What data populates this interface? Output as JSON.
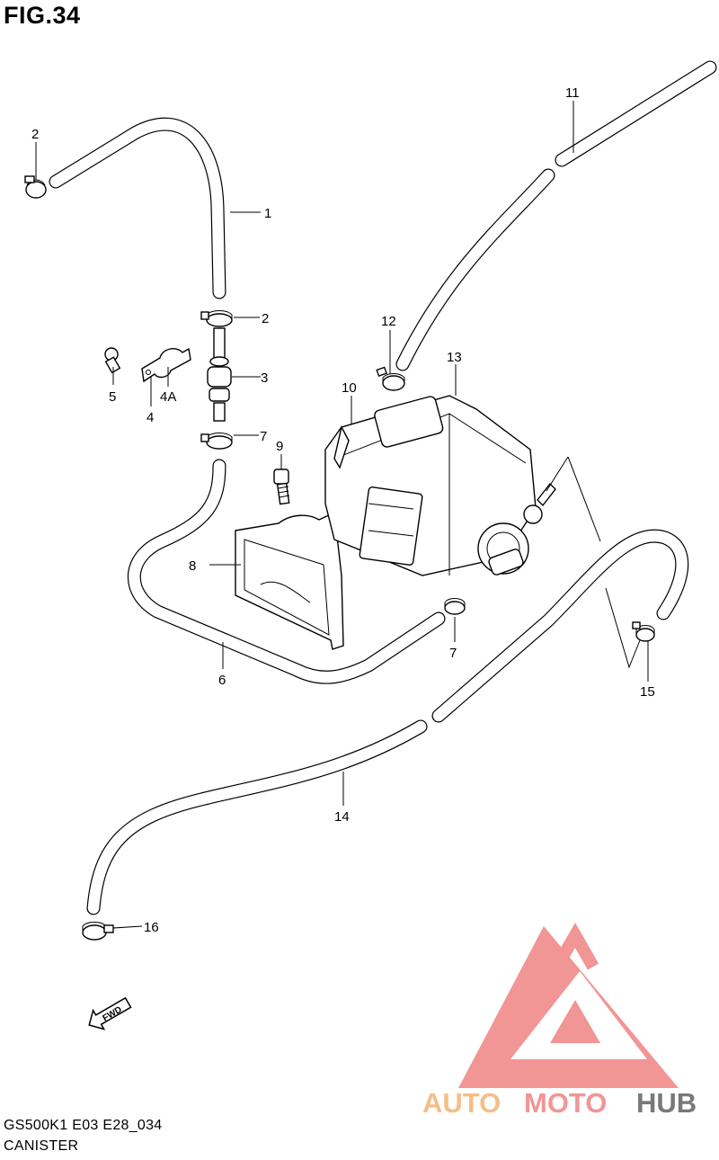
{
  "figure": {
    "title": "FIG.34"
  },
  "footer": {
    "model_code": "GS500K1 E03 E28_034",
    "section_name": "CANISTER"
  },
  "watermark": {
    "brand_part_1": "AUTO",
    "brand_part_2": "MOTO",
    "brand_part_3": "HUB",
    "color_primary": "#f08a8a",
    "color_accent": "#f5b87a",
    "color_dark": "#6b6b6b"
  },
  "direction_arrow": {
    "label": "FWD"
  },
  "callouts": [
    {
      "id": "c1",
      "label": "1"
    },
    {
      "id": "c2a",
      "label": "2"
    },
    {
      "id": "c2b",
      "label": "2"
    },
    {
      "id": "c3",
      "label": "3"
    },
    {
      "id": "c4",
      "label": "4"
    },
    {
      "id": "c4a",
      "label": "4A"
    },
    {
      "id": "c5",
      "label": "5"
    },
    {
      "id": "c6",
      "label": "6"
    },
    {
      "id": "c7a",
      "label": "7"
    },
    {
      "id": "c7b",
      "label": "7"
    },
    {
      "id": "c8",
      "label": "8"
    },
    {
      "id": "c9",
      "label": "9"
    },
    {
      "id": "c10",
      "label": "10"
    },
    {
      "id": "c11",
      "label": "11"
    },
    {
      "id": "c12",
      "label": "12"
    },
    {
      "id": "c13",
      "label": "13"
    },
    {
      "id": "c14",
      "label": "14"
    },
    {
      "id": "c15",
      "label": "15"
    },
    {
      "id": "c16",
      "label": "16"
    }
  ]
}
